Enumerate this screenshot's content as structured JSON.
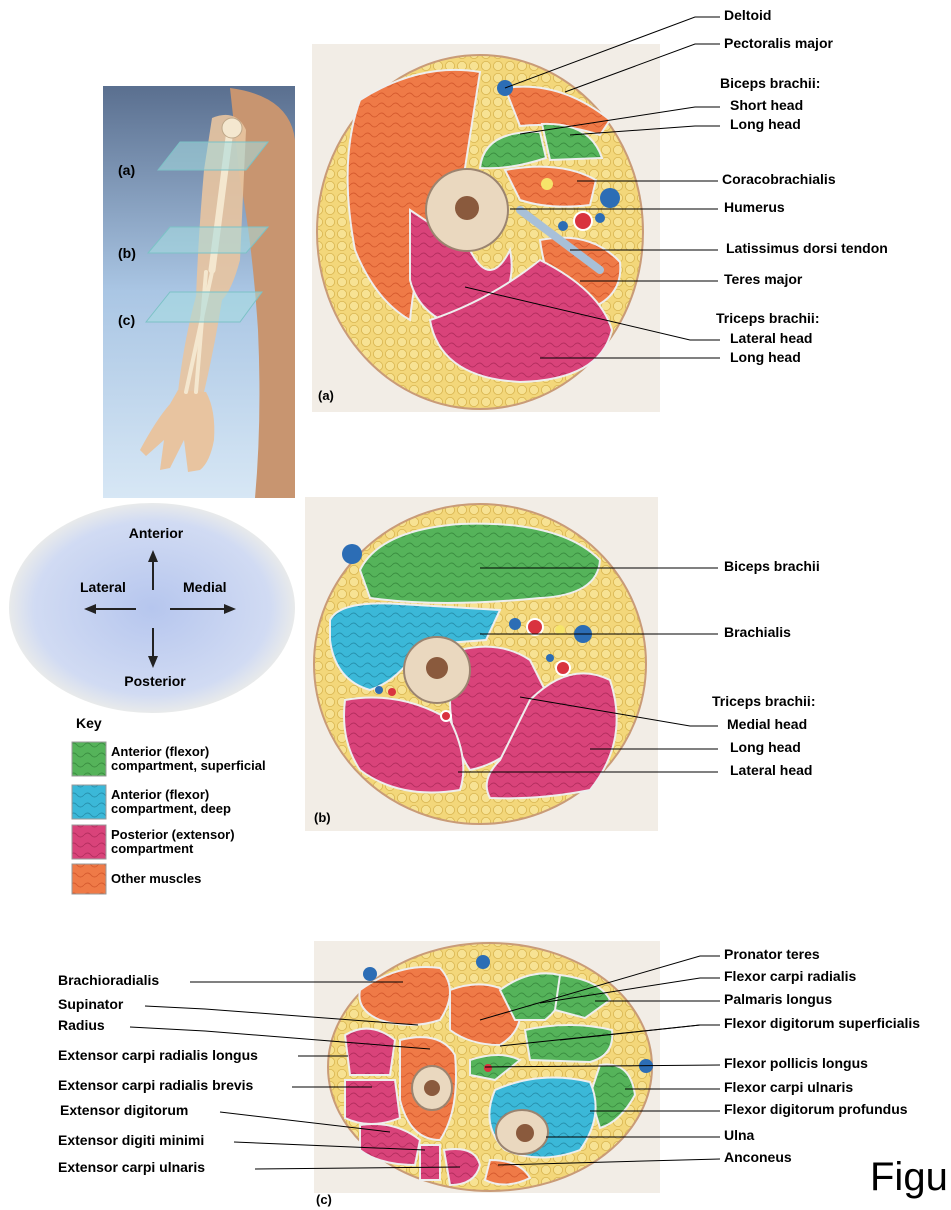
{
  "colors": {
    "fat": "#f3d77a",
    "anterior_superficial": "#55b35a",
    "anterior_deep": "#3bb8d8",
    "posterior": "#d9437a",
    "other": "#ef7a47",
    "bone": "#ead8bf",
    "marrow": "#8a5a3d",
    "skin": "#d7b38f",
    "panel_bg": "#f2ede6"
  },
  "arm_panel": {
    "levels": [
      "(a)",
      "(b)",
      "(c)"
    ]
  },
  "orientation": {
    "anterior": "Anterior",
    "posterior": "Posterior",
    "lateral": "Lateral",
    "medial": "Medial"
  },
  "key": {
    "title": "Key",
    "items": [
      {
        "line1": "Anterior (flexor)",
        "line2": "compartment, superficial",
        "color": "#55b35a"
      },
      {
        "line1": "Anterior (flexor)",
        "line2": "compartment, deep",
        "color": "#3bb8d8"
      },
      {
        "line1": "Posterior (extensor)",
        "line2": "compartment",
        "color": "#d9437a"
      },
      {
        "line1": "Other muscles",
        "line2": "",
        "color": "#ef7a47"
      }
    ]
  },
  "section_a": {
    "tag": "(a)",
    "labels": {
      "deltoid": "Deltoid",
      "pectoralis_major": "Pectoralis major",
      "biceps_group": "Biceps brachii:",
      "short_head": "Short head",
      "long_head": "Long head",
      "coracobrachialis": "Coracobrachialis",
      "humerus": "Humerus",
      "latissimus": "Latissimus dorsi tendon",
      "teres_major": "Teres major",
      "triceps_group": "Triceps brachii:",
      "lateral_head": "Lateral head",
      "triceps_long_head": "Long head"
    }
  },
  "section_b": {
    "tag": "(b)",
    "labels": {
      "biceps": "Biceps brachii",
      "brachialis": "Brachialis",
      "triceps_group": "Triceps brachii:",
      "medial_head": "Medial head",
      "long_head": "Long head",
      "lateral_head": "Lateral head"
    }
  },
  "section_c": {
    "tag": "(c)",
    "left_labels": {
      "brachioradialis": "Brachioradialis",
      "supinator": "Supinator",
      "radius": "Radius",
      "ecrl": "Extensor carpi radialis longus",
      "ecrb": "Extensor carpi radialis brevis",
      "ed": "Extensor digitorum",
      "edm": "Extensor digiti minimi",
      "ecu": "Extensor carpi ulnaris"
    },
    "right_labels": {
      "pronator_teres": "Pronator teres",
      "fcr": "Flexor carpi radialis",
      "palmaris": "Palmaris longus",
      "fds": "Flexor digitorum superficialis",
      "fpl": "Flexor pollicis longus",
      "fcu": "Flexor carpi ulnaris",
      "fdp": "Flexor digitorum profundus",
      "ulna": "Ulna",
      "anconeus": "Anconeus"
    }
  },
  "figure_caption": "Figu"
}
